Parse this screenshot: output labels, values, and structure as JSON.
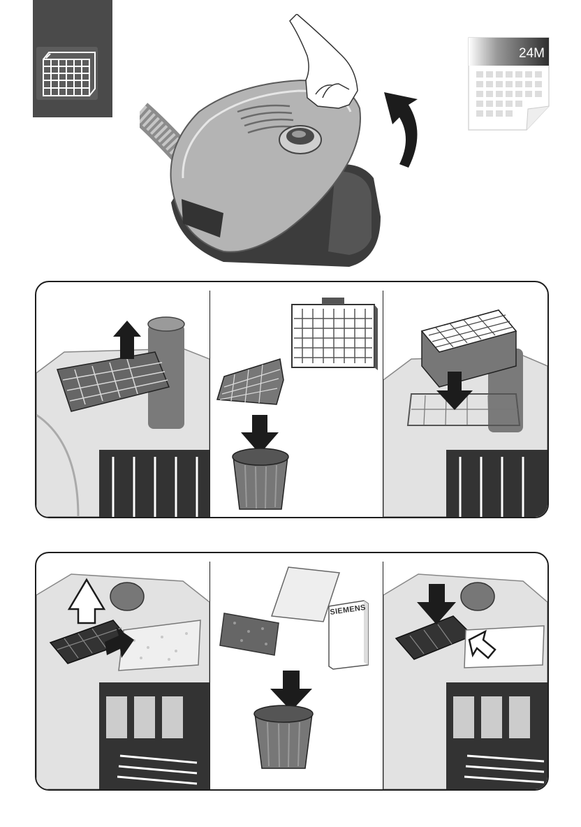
{
  "calendar": {
    "label": "24M"
  },
  "box_label": "SIEMENS",
  "colors": {
    "tab_background": "#4a4a4a",
    "panel_border": "#1e1e1e",
    "arrow_dark": "#1c1c1c",
    "arrow_light": "#ffffff"
  },
  "icons": {
    "tab": "filter-grid-icon",
    "calendar": "calendar-icon"
  },
  "steps": {
    "panel1": [
      "lift-filter-out",
      "dispose-old-filter",
      "insert-new-filter"
    ],
    "panel2": [
      "remove-motor-protection-filter",
      "dispose-used-pad",
      "insert-new-pad"
    ]
  }
}
